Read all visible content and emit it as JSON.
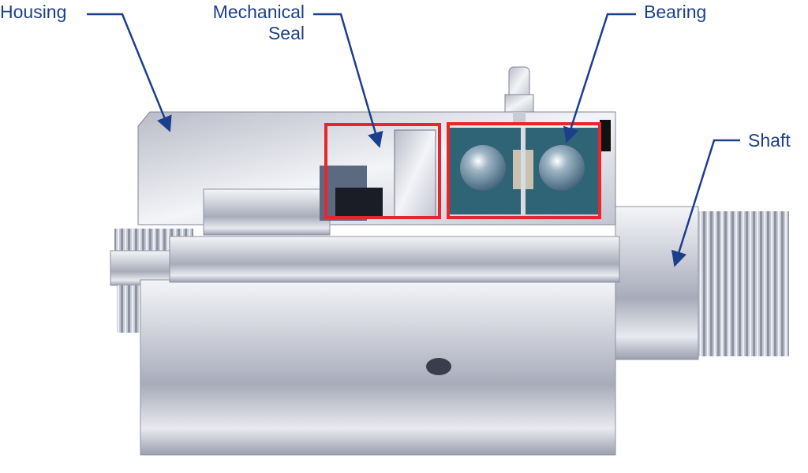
{
  "labels": {
    "housing": "Housing",
    "mechanical_seal_line1": "Mechanical",
    "mechanical_seal_line2": "Seal",
    "bearing": "Bearing",
    "shaft": "Shaft"
  },
  "colors": {
    "label_text": "#1c3f8c",
    "leader_arrow": "#1c3f8c",
    "highlight_box": "#e8252a",
    "bearing_fill": "#2f6476",
    "metal": "#c9ccd6"
  }
}
